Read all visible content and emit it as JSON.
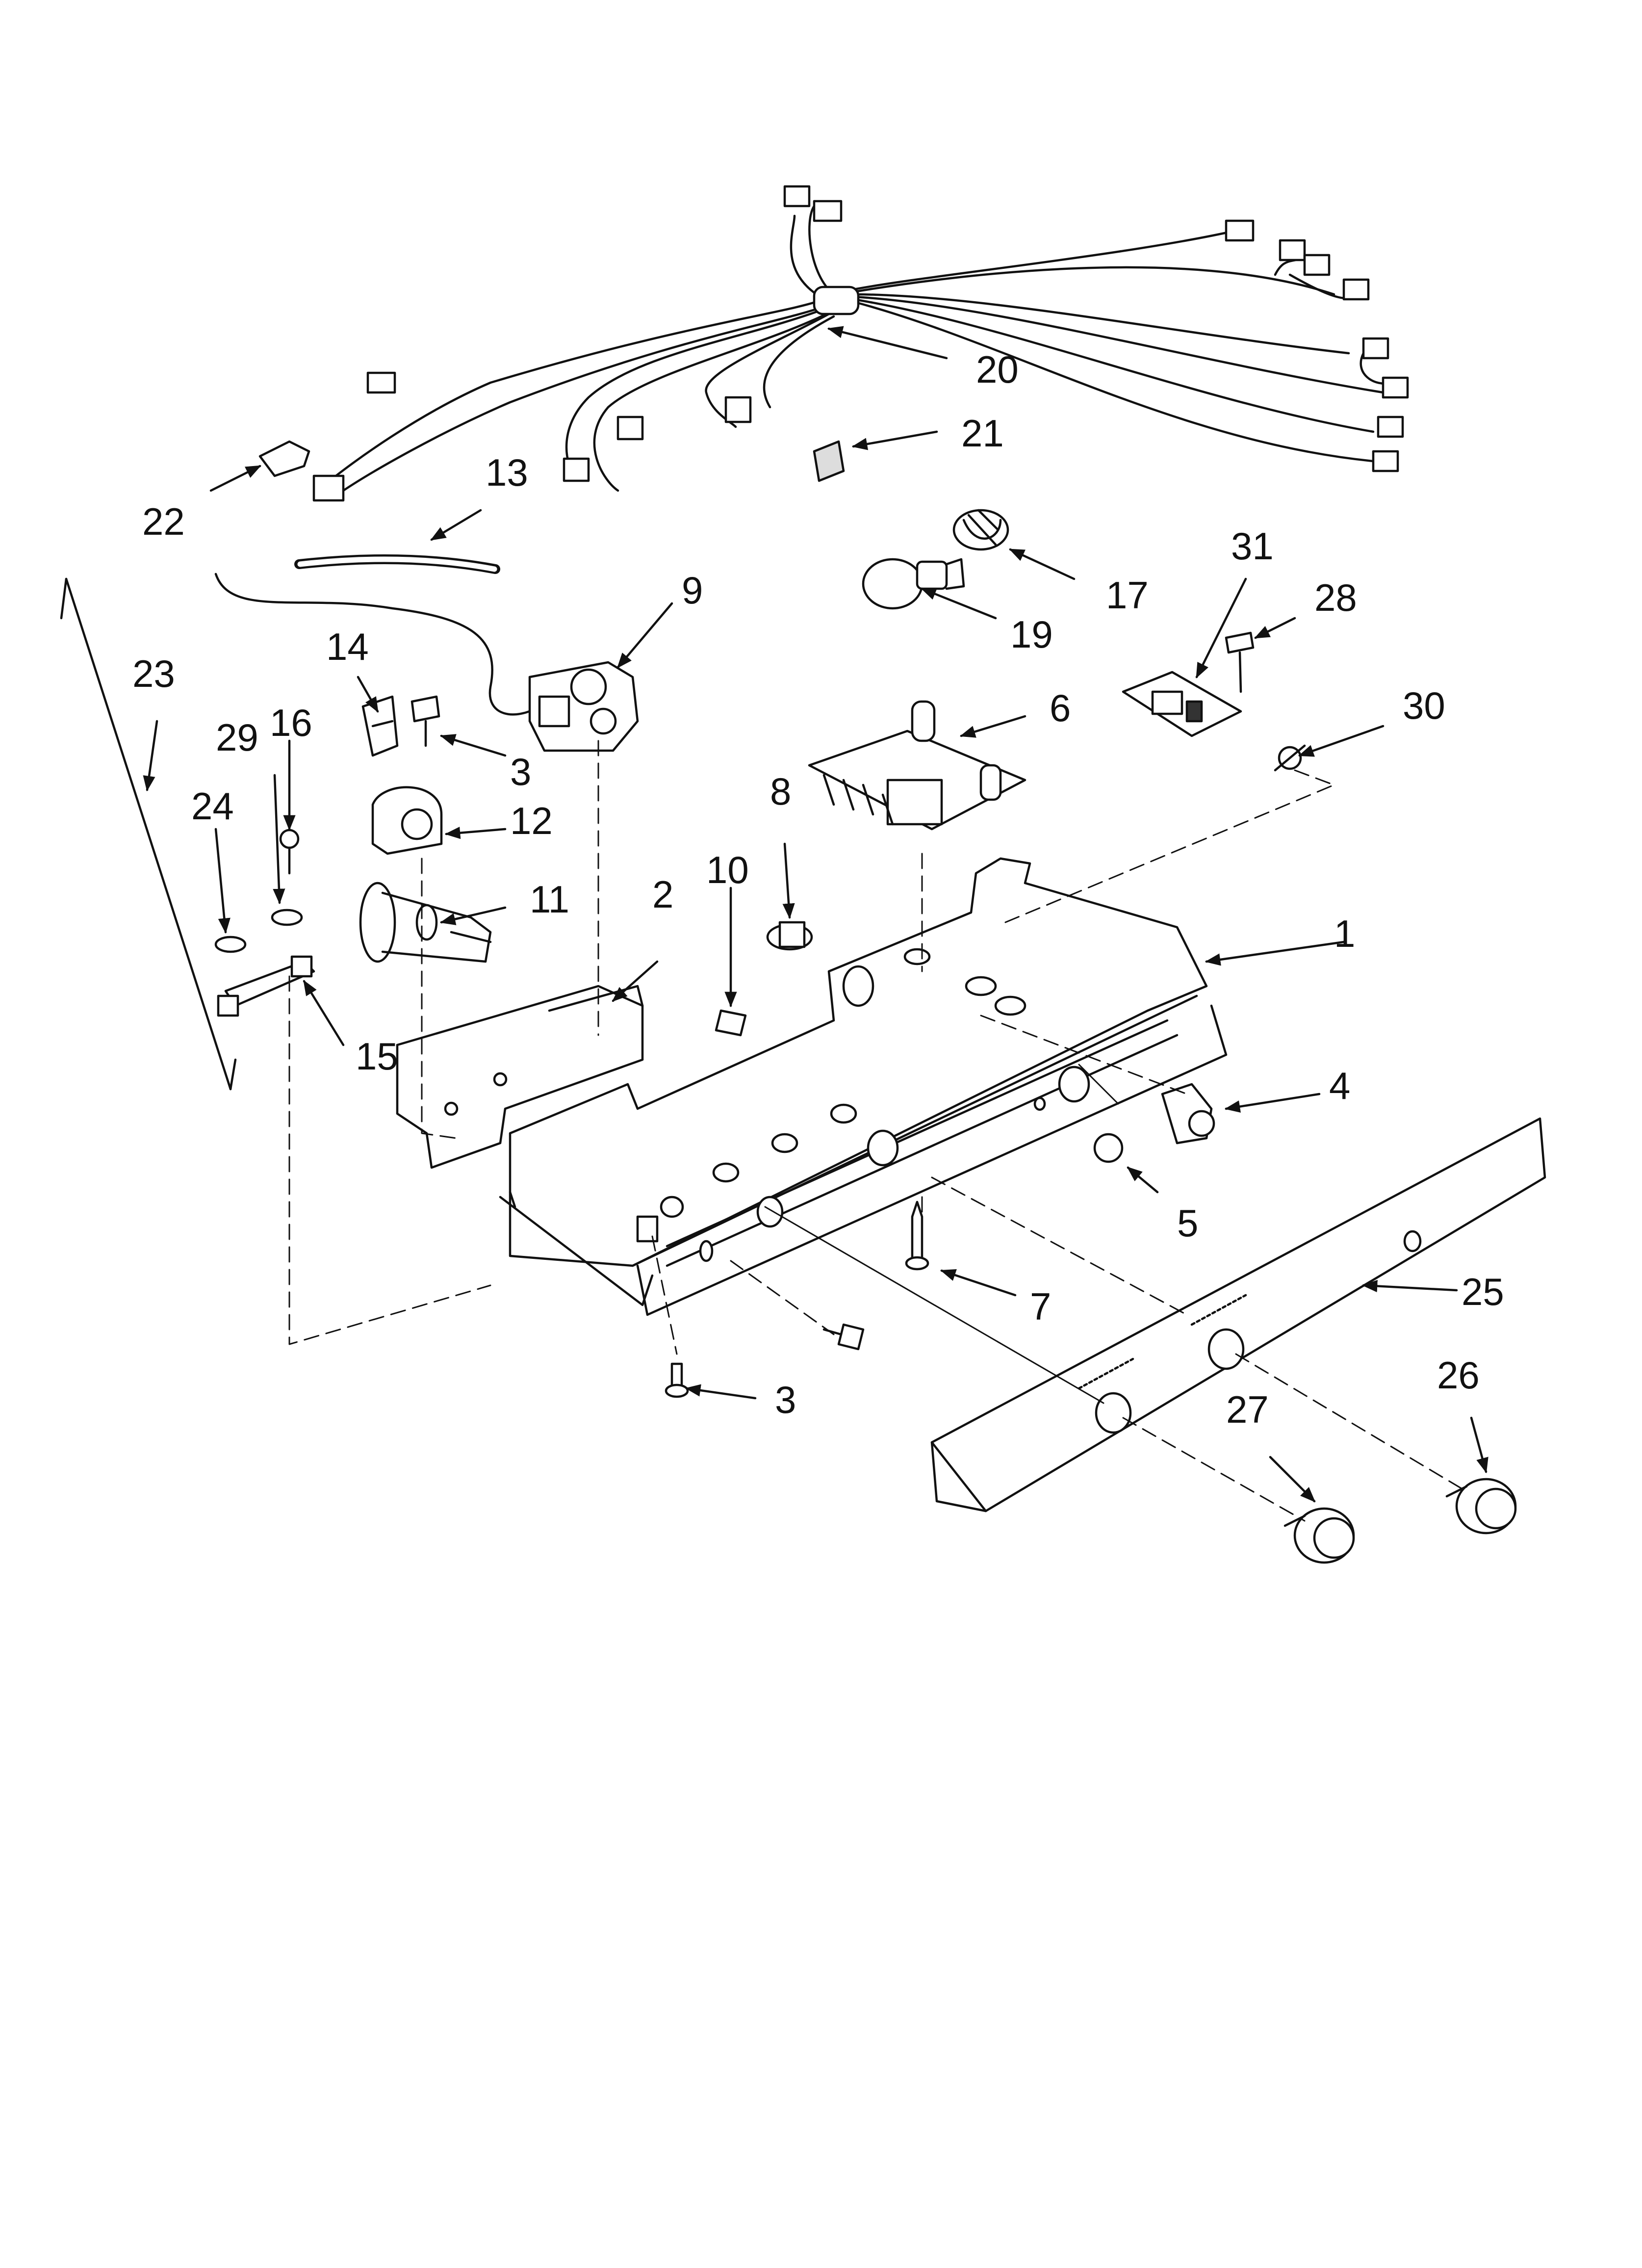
{
  "labels": {
    "l1": "1",
    "l2": "2",
    "l3a": "3",
    "l3b": "3",
    "l4": "4",
    "l5": "5",
    "l6": "6",
    "l7": "7",
    "l8": "8",
    "l9": "9",
    "l10": "10",
    "l11": "11",
    "l12": "12",
    "l13": "13",
    "l14": "14",
    "l15": "15",
    "l16": "16",
    "l17": "17",
    "l19": "19",
    "l20": "20",
    "l21": "21",
    "l22": "22",
    "l23": "23",
    "l24": "24",
    "l25": "25",
    "l26": "26",
    "l27": "27",
    "l28": "28",
    "l29": "29",
    "l30": "30",
    "l31": "31"
  }
}
